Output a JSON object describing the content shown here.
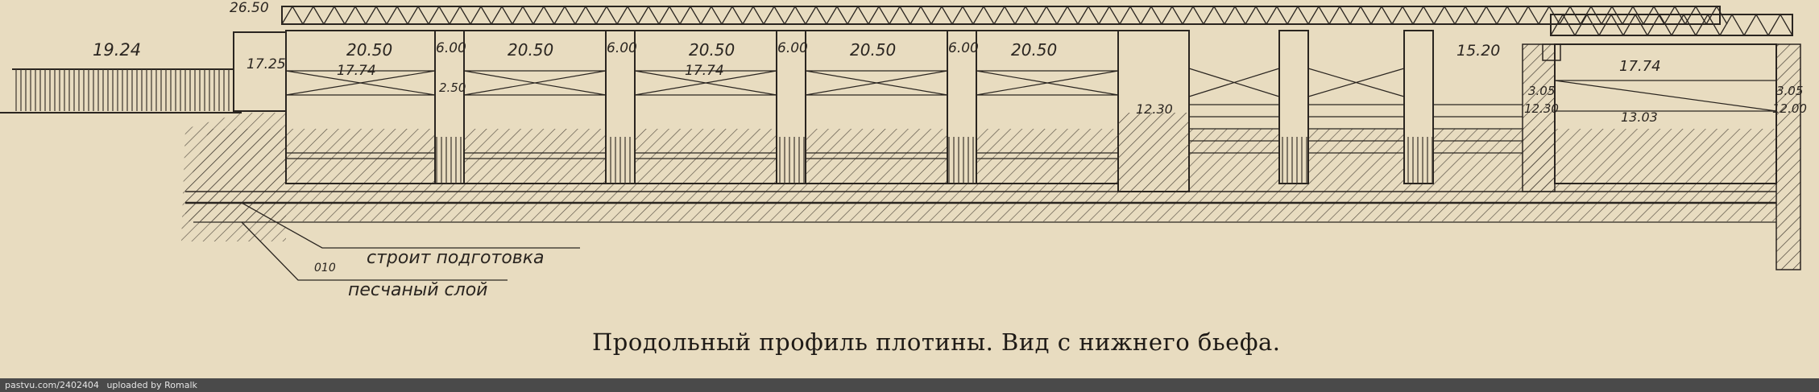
{
  "caption": "Продольный профиль плотины. Вид с нижнего бьефа.",
  "footer": {
    "source": "pastvu.com/2402404",
    "uploaded": "uploaded by Romalk"
  },
  "legend": {
    "layer1": "строит подготовка",
    "layer1_code": "010",
    "layer2": "песчаный слой"
  },
  "elevations": {
    "ground": "19.24",
    "deck": "26.50",
    "abutment_left": "17.25",
    "water_left": "17.74",
    "water_mid": "17.74",
    "water_right": "17.74",
    "sill_gate": "12.30",
    "sill_right_a": "12.30",
    "sill_right_b": "13.03",
    "sill_far": "12.00"
  },
  "spans": [
    "20.50",
    "20.50",
    "20.50",
    "20.50",
    "20.50",
    "15.20"
  ],
  "piers": [
    "6.00",
    "6.00",
    "6.00",
    "6.00"
  ],
  "small_dims": {
    "pier_step": "2.50",
    "right_a": "3.05",
    "right_b": "3.05"
  },
  "colors": {
    "paper": "#e8dcc0",
    "ink": "#2a2520",
    "footer": "#4a4a4a"
  }
}
